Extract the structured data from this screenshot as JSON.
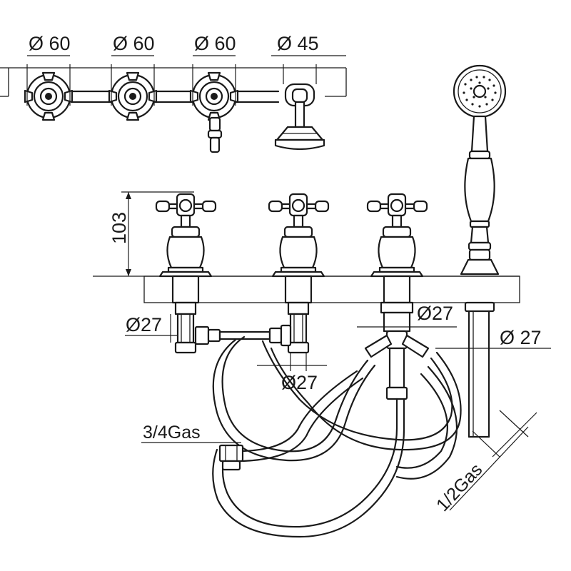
{
  "labels": {
    "top_dia_1": "Ø 60",
    "top_dia_2": "Ø 60",
    "top_dia_3": "Ø 60",
    "top_dia_4": "Ø 45",
    "height": "103",
    "side_dia_left": "Ø27",
    "side_dia_mid": "Ø27",
    "side_dia_right_center": "Ø27",
    "side_dia_right": "Ø 27",
    "inlet_thread": "3/4Gas",
    "hose_thread": "1/2Gas"
  }
}
